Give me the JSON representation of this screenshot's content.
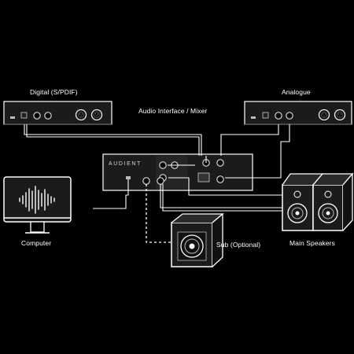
{
  "labels": {
    "digital": "Digital (S/PDIF)",
    "analogue": "Analogue",
    "interface": "Audio Interface / Mixer",
    "computer": "Computer",
    "sub": "Sub (Optional)",
    "main_speakers": "Main Speakers"
  },
  "interface_brand": "AUDIENT",
  "colors": {
    "background": "#000000",
    "outline": "#ffffff",
    "device_body": "#1b1b1b",
    "panel": "#2a2a2a",
    "cable": "#ffffff",
    "optional_cable": "#ffffff"
  },
  "icons": [
    "monitor-icon",
    "waveform-icon",
    "speaker-icon",
    "jack-icon"
  ]
}
